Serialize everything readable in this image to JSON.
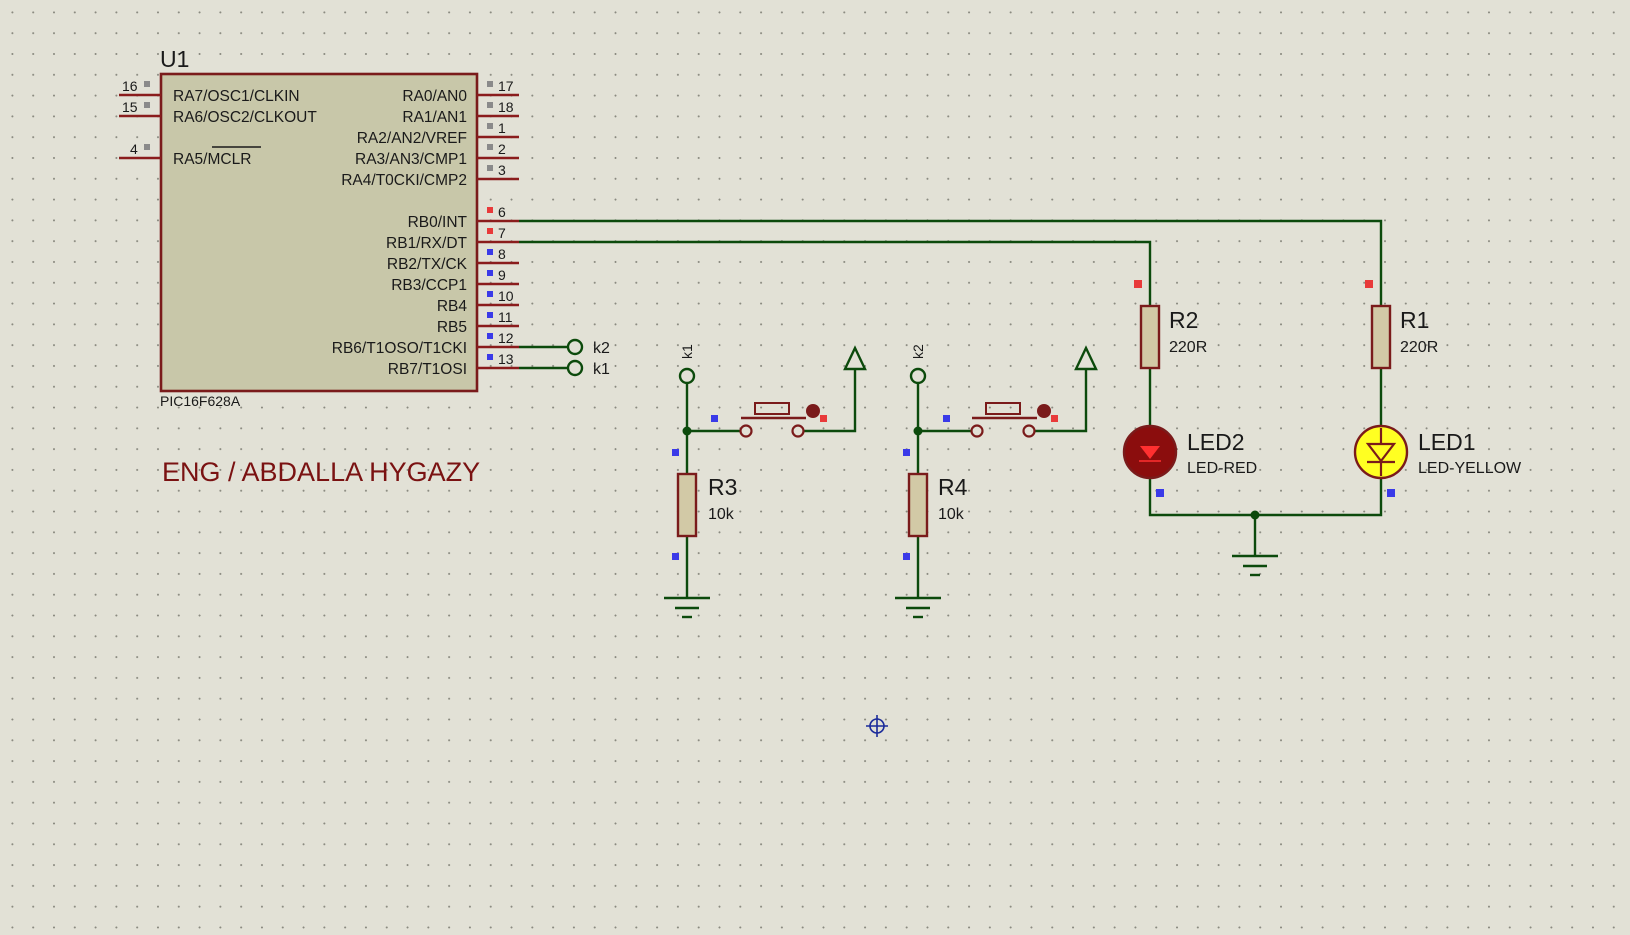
{
  "colors": {
    "background": "#e2e1d6",
    "wire": "#0c4a0c",
    "component": "#7a1b1b",
    "chip_fill": "#c8c7a9",
    "resistor_fill": "#d2c9a6",
    "led_red": "#8b0d0d",
    "led_yellow": "#ffff22",
    "pin_state_high": "#e83a3a",
    "pin_state_low": "#3a3ae8",
    "pin_state_unused": "#8a8a8a",
    "author_text": "#7a1212"
  },
  "mcu": {
    "ref": "U1",
    "part": "PIC16F628A",
    "left_pins": [
      {
        "num": "16",
        "name": "RA7/OSC1/CLKIN"
      },
      {
        "num": "15",
        "name": "RA6/OSC2/CLKOUT"
      },
      {
        "num": "4",
        "name_prefix": "RA5/",
        "name_overbar": "MCLR"
      }
    ],
    "right_pins": [
      {
        "num": "17",
        "name": "RA0/AN0"
      },
      {
        "num": "18",
        "name": "RA1/AN1"
      },
      {
        "num": "1",
        "name": "RA2/AN2/VREF"
      },
      {
        "num": "2",
        "name": "RA3/AN3/CMP1"
      },
      {
        "num": "3",
        "name": "RA4/T0CKI/CMP2"
      },
      {
        "num": "6",
        "name": "RB0/INT"
      },
      {
        "num": "7",
        "name": "RB1/RX/DT"
      },
      {
        "num": "8",
        "name": "RB2/TX/CK"
      },
      {
        "num": "9",
        "name": "RB3/CCP1"
      },
      {
        "num": "10",
        "name": "RB4"
      },
      {
        "num": "11",
        "name": "RB5"
      },
      {
        "num": "12",
        "name": "RB6/T1OSO/T1CKI"
      },
      {
        "num": "13",
        "name": "RB7/T1OSI"
      }
    ]
  },
  "terminals": {
    "pin12": "k2",
    "pin13": "k1",
    "switch1": "k1",
    "switch2": "k2"
  },
  "resistors": {
    "r1": {
      "ref": "R1",
      "value": "220R"
    },
    "r2": {
      "ref": "R2",
      "value": "220R"
    },
    "r3": {
      "ref": "R3",
      "value": "10k"
    },
    "r4": {
      "ref": "R4",
      "value": "10k"
    }
  },
  "leds": {
    "led1": {
      "ref": "LED1",
      "type": "LED-YELLOW"
    },
    "led2": {
      "ref": "LED2",
      "type": "LED-RED"
    }
  },
  "author": "ENG / ABDALLA HYGAZY",
  "icons": [
    "ground-icon",
    "power-arrow-icon",
    "cursor-crosshair-icon"
  ]
}
